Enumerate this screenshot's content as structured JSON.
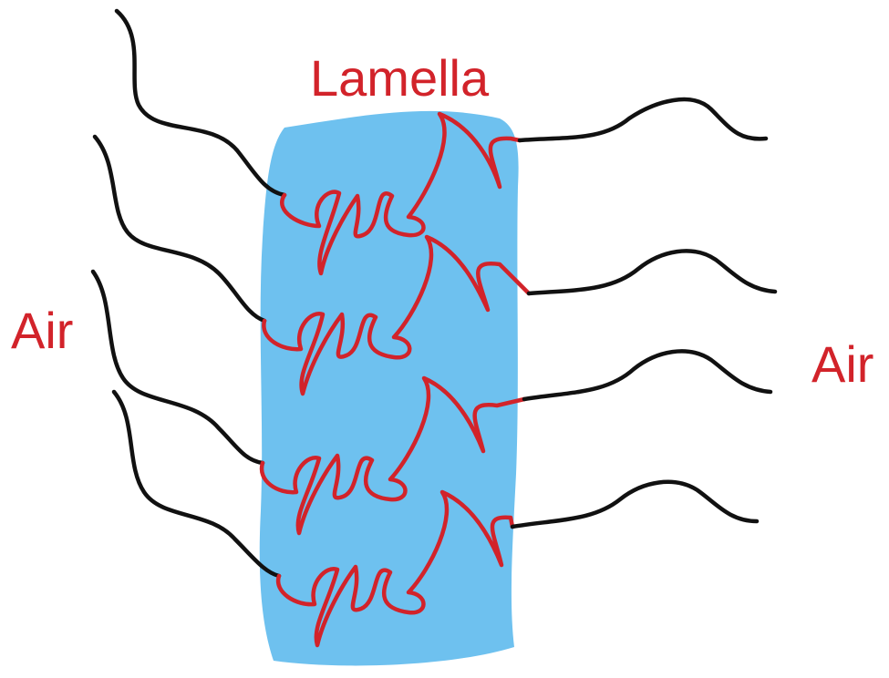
{
  "labels": {
    "lamella": "Lamella",
    "air_left": "Air",
    "air_right": "Air"
  },
  "colors": {
    "lamella_fill": "#6ec1ef",
    "coil_stroke": "#d2232a",
    "tail_stroke": "#111111",
    "label_text": "#d2232a"
  }
}
